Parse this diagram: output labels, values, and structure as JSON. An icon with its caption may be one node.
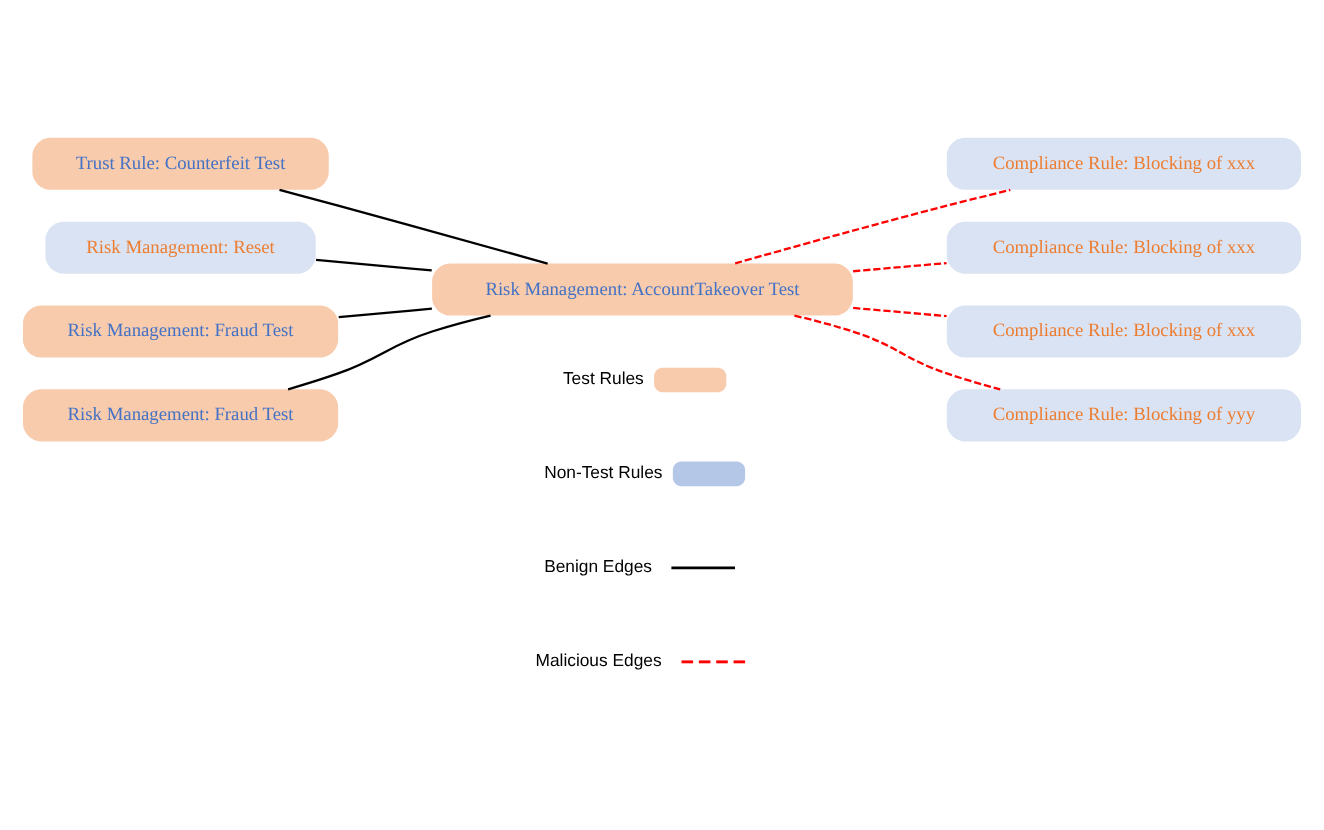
{
  "diagram": {
    "nodes": [
      {
        "text": [
          "Trust Rule: Counterfeit Test"
        ]
      },
      {
        "text": [
          "Compliance Rule: Blocking of xxx"
        ]
      },
      {
        "text": [
          "Risk Management: Reset"
        ]
      },
      {
        "text": [
          "Compliance Rule: Blocking of xxx"
        ]
      },
      {
        "text": [
          "Risk Management: AccountTakeover Test"
        ]
      },
      {
        "text": [
          "Risk Management: Fraud Test"
        ]
      },
      {
        "text": [
          "Compliance Rule: Blocking of xxx"
        ]
      },
      {
        "text": [
          "Risk Management: Fraud Test"
        ]
      },
      {
        "text": [
          "Compliance Rule: Blocking of yyy"
        ]
      }
    ],
    "edges": [
      {
        "from": 4,
        "to": 0,
        "arrow": "none"
      },
      {
        "from": 4,
        "to": 1,
        "arrow": "none",
        "style": "dashed",
        "color": "#ff0000"
      },
      {
        "from": 4,
        "to": 2,
        "arrow": "none"
      },
      {
        "from": 4,
        "to": 3,
        "arrow": "none",
        "style": "dashed",
        "color": "#ff0000"
      },
      {
        "from": 4,
        "to": 5,
        "arrow": "none"
      },
      {
        "from": 4,
        "to": 6,
        "arrow": "none",
        "style": "dashed",
        "color": "#ff0000"
      },
      {
        "from": 4,
        "to": 7,
        "arrow": "none"
      },
      {
        "from": 4,
        "to": 8,
        "arrow": "none",
        "style": "dashed",
        "color": "#ff0000"
      }
    ],
    "legend": [
      {
        "text": "Test Rules",
        "color": "#f8cbad"
      },
      {
        "text": "Non-Test Rules",
        "color": "#b4c7e7"
      },
      {
        "text": "Benign Edges"
      },
      {
        "text": "Malicious Edges"
      }
    ]
  }
}
